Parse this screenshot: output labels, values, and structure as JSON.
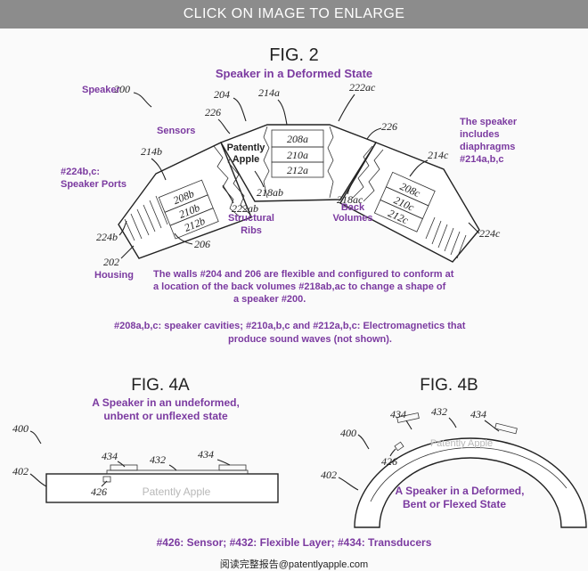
{
  "banner": {
    "text": "CLICK ON IMAGE TO ENLARGE"
  },
  "fig2": {
    "title": "FIG. 2",
    "subtitle": "Speaker in a Deformed State",
    "labels": {
      "speaker_word": "Speaker",
      "speaker_num": "200",
      "sensors_word": "Sensors",
      "sensors_num": "226",
      "n204": "204",
      "n214a": "214a",
      "n222ac": "222ac",
      "n226b": "226",
      "n214b": "214b",
      "n214c": "214c",
      "n208a": "208a",
      "n210a": "210a",
      "n212a": "212a",
      "n208b": "208b",
      "n210b": "210b",
      "n212b": "212b",
      "n208c": "208c",
      "n210c": "210c",
      "n212c": "212c",
      "n218ab": "218ab",
      "n218ac": "218ac",
      "n222ab": "222ab",
      "n224b": "224b",
      "n224c": "224c",
      "n206": "206",
      "n202": "202",
      "housing": "Housing",
      "structural_1": "Structural",
      "structural_2": "Ribs",
      "back_1": "Back",
      "back_2": "Volumes",
      "ports_1": "#224b,c:",
      "ports_2": "Speaker Ports",
      "diaph_1": "The speaker",
      "diaph_2": "includes",
      "diaph_3": "diaphragms",
      "diaph_4": "#214a,b,c",
      "watermark_1": "Patently",
      "watermark_2": "Apple"
    },
    "note_1": "The walls #204 and 206 are flexible and configured to conform at",
    "note_2": "a location of the back volumes #218ab,ac to change a shape of",
    "note_3": "a speaker #200.",
    "note_4": "#208a,b,c: speaker cavities; #210a,b,c and  #212a,b,c: Electromagnetics that",
    "note_5": "produce sound waves (not shown)."
  },
  "fig4a": {
    "title": "FIG. 4A",
    "caption_1": "A Speaker in an undeformed,",
    "caption_2": "unbent or unflexed state",
    "n400": "400",
    "n402": "402",
    "n434a": "434",
    "n432": "432",
    "n434b": "434",
    "n426": "426",
    "watermark": "Patently Apple"
  },
  "fig4b": {
    "title": "FIG. 4B",
    "caption_1": "A Speaker in a Deformed,",
    "caption_2": "Bent or Flexed State",
    "n400": "400",
    "n402": "402",
    "n434a": "434",
    "n432": "432",
    "n434b": "434",
    "n426": "426",
    "watermark": "Patently Apple"
  },
  "legend": "#426: Sensor; #432: Flexible Layer; #434: Transducers",
  "footer": "阅读完整报告@patentlyapple.com",
  "colors": {
    "annotation": "#7b3aa0",
    "banner": "#8c8c8c",
    "line": "#222222"
  }
}
